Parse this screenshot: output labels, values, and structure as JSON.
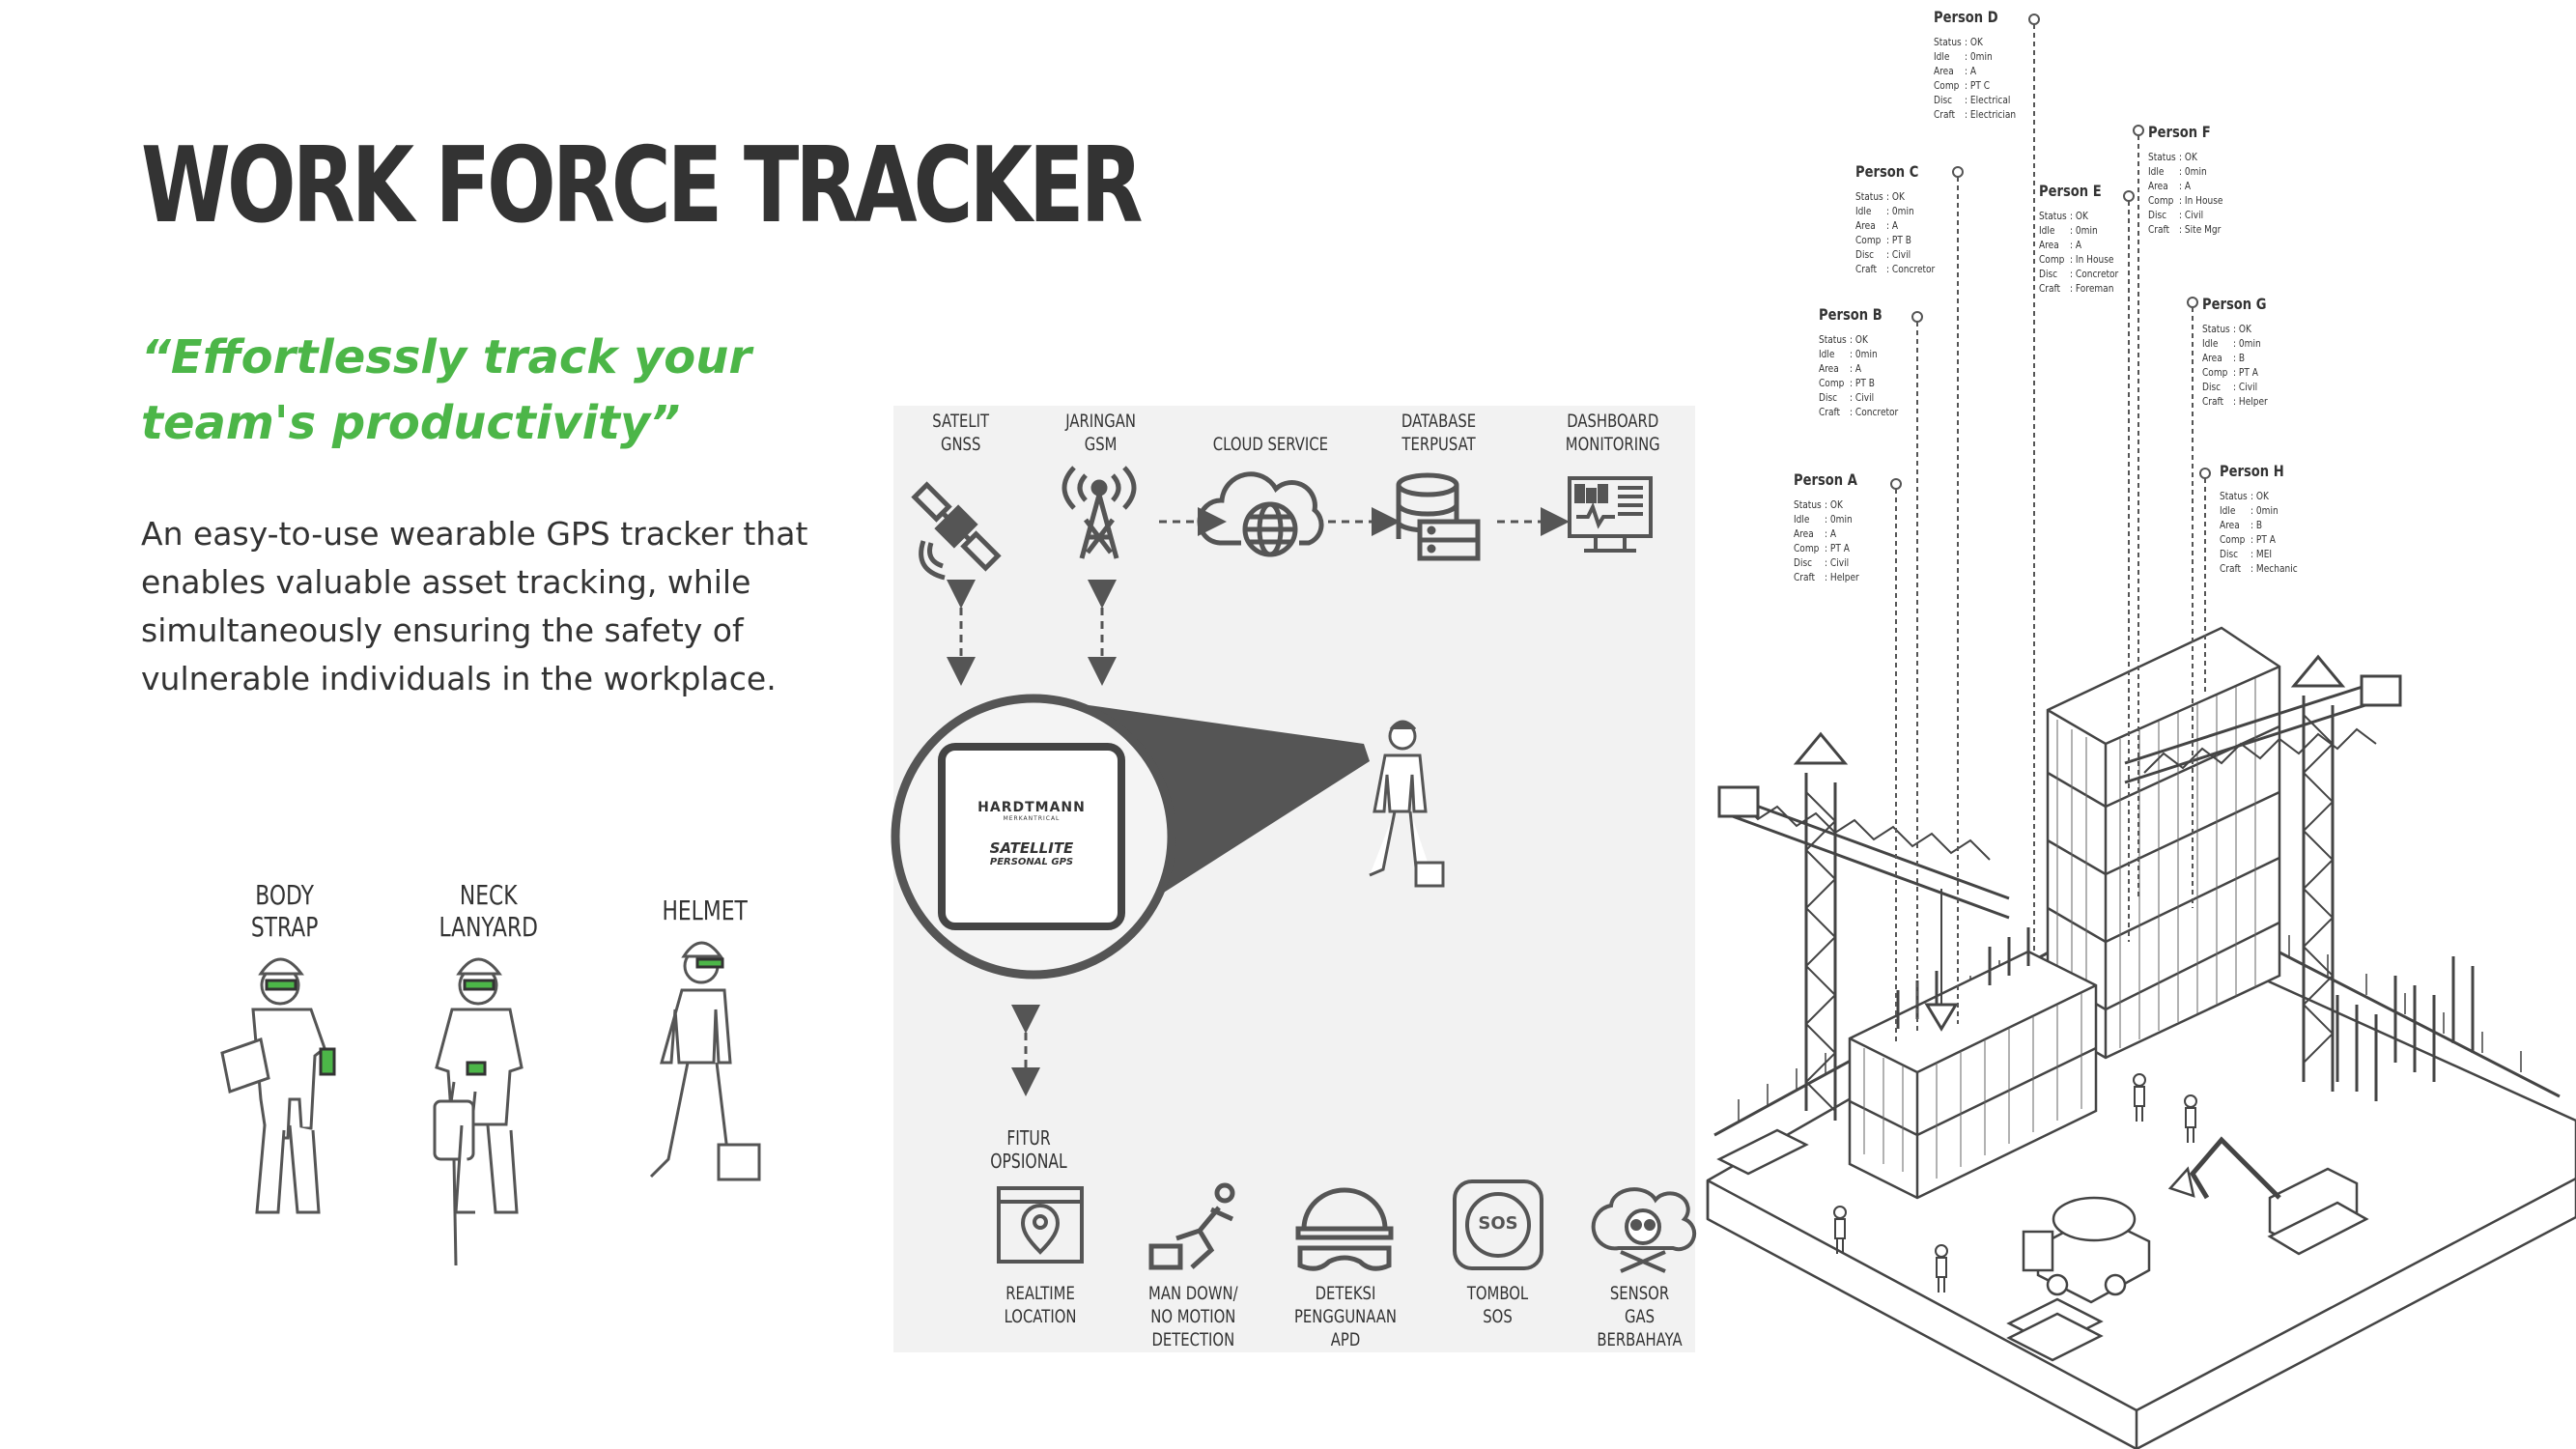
{
  "header": {
    "title": "WORK FORCE TRACKER",
    "tagline_line1": "“Effortlessly track your",
    "tagline_line2": "team's productivity”",
    "description": "An easy-to-use wearable GPS tracker that enables valuable asset tracking, while simultaneously ensuring the safety of vulnerable individuals in the workplace."
  },
  "colors": {
    "accent_green": "#4cb648",
    "text_dark": "#333333",
    "diagram_gray": "#555555",
    "panel_bg": "#f2f2f2"
  },
  "wearables": [
    {
      "line1": "BODY",
      "line2": "STRAP"
    },
    {
      "line1": "NECK",
      "line2": "LANYARD"
    },
    {
      "line1": "HELMET",
      "line2": ""
    }
  ],
  "flow": [
    {
      "line1": "SATELIT",
      "line2": "GNSS",
      "icon": "satellite-icon"
    },
    {
      "line1": "JARINGAN",
      "line2": "GSM",
      "icon": "antenna-tower-icon"
    },
    {
      "line1": "",
      "line2": "CLOUD SERVICE",
      "icon": "cloud-globe-icon"
    },
    {
      "line1": "DATABASE",
      "line2": "TERPUSAT",
      "icon": "database-server-icon"
    },
    {
      "line1": "DASHBOARD",
      "line2": "MONITORING",
      "icon": "monitor-dashboard-icon"
    }
  ],
  "device": {
    "brand": "HARDTMANN",
    "brand_sub": "MERKANTRICAL",
    "name_line1": "SATELLITE",
    "name_line2": "PERSONAL GPS"
  },
  "optional": {
    "label": "FITUR OPSIONAL",
    "features": [
      {
        "lines": [
          "REALTIME",
          "LOCATION"
        ],
        "icon": "map-pin-screen-icon"
      },
      {
        "lines": [
          "MAN DOWN/",
          "NO MOTION",
          "DETECTION"
        ],
        "icon": "falling-person-icon"
      },
      {
        "lines": [
          "DETEKSI",
          "PENGGUNAAN",
          "APD"
        ],
        "icon": "helmet-goggles-icon"
      },
      {
        "lines": [
          "TOMBOL SOS"
        ],
        "icon": "sos-button-icon"
      },
      {
        "lines": [
          "SENSOR GAS",
          "BERBAHAYA"
        ],
        "icon": "skull-gas-icon"
      }
    ]
  },
  "persons": [
    {
      "name": "Person A",
      "fields": [
        [
          "Status",
          ": OK"
        ],
        [
          "Idle",
          ": 0min"
        ],
        [
          "Area",
          ": A"
        ],
        [
          "Comp",
          ": PT A"
        ],
        [
          "Disc",
          ": Civil"
        ],
        [
          "Craft",
          ": Helper"
        ]
      ]
    },
    {
      "name": "Person B",
      "fields": [
        [
          "Status",
          ": OK"
        ],
        [
          "Idle",
          ": 0min"
        ],
        [
          "Area",
          ": A"
        ],
        [
          "Comp",
          ": PT B"
        ],
        [
          "Disc",
          ": Civil"
        ],
        [
          "Craft",
          ": Concretor"
        ]
      ]
    },
    {
      "name": "Person C",
      "fields": [
        [
          "Status",
          ": OK"
        ],
        [
          "Idle",
          ": 0min"
        ],
        [
          "Area",
          ": A"
        ],
        [
          "Comp",
          ": PT B"
        ],
        [
          "Disc",
          ": Civil"
        ],
        [
          "Craft",
          ": Concretor"
        ]
      ]
    },
    {
      "name": "Person D",
      "fields": [
        [
          "Status",
          ": OK"
        ],
        [
          "Idle",
          ": 0min"
        ],
        [
          "Area",
          ": A"
        ],
        [
          "Comp",
          ": PT C"
        ],
        [
          "Disc",
          ": Electrical"
        ],
        [
          "Craft",
          ": Electrician"
        ]
      ]
    },
    {
      "name": "Person E",
      "fields": [
        [
          "Status",
          ": OK"
        ],
        [
          "Idle",
          ": 0min"
        ],
        [
          "Area",
          ": A"
        ],
        [
          "Comp",
          ": In House"
        ],
        [
          "Disc",
          ": Concretor"
        ],
        [
          "Craft",
          ": Foreman"
        ]
      ]
    },
    {
      "name": "Person F",
      "fields": [
        [
          "Status",
          ": OK"
        ],
        [
          "Idle",
          ": 0min"
        ],
        [
          "Area",
          ": A"
        ],
        [
          "Comp",
          ": In House"
        ],
        [
          "Disc",
          ": Civil"
        ],
        [
          "Craft",
          ": Site Mgr"
        ]
      ]
    },
    {
      "name": "Person G",
      "fields": [
        [
          "Status",
          ": OK"
        ],
        [
          "Idle",
          ": 0min"
        ],
        [
          "Area",
          ": B"
        ],
        [
          "Comp",
          ": PT A"
        ],
        [
          "Disc",
          ": Civil"
        ],
        [
          "Craft",
          ": Helper"
        ]
      ]
    },
    {
      "name": "Person H",
      "fields": [
        [
          "Status",
          ": OK"
        ],
        [
          "Idle",
          ": 0min"
        ],
        [
          "Area",
          ": B"
        ],
        [
          "Comp",
          ": PT A"
        ],
        [
          "Disc",
          ": MEI"
        ],
        [
          "Craft",
          ": Mechanic"
        ]
      ]
    }
  ]
}
